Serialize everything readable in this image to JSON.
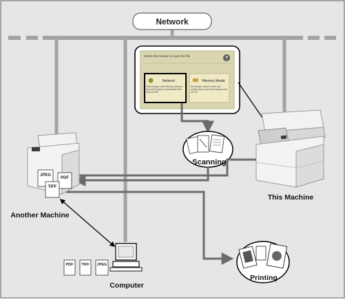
{
  "network_label": "Network",
  "panel": {
    "header_text": "Select the location to save the file",
    "help_glyph": "?",
    "network_button": {
      "label": "Network",
      "description": "Take storage on the Network (Shared document Space) to send/share files such as PDF"
    },
    "memory_button": {
      "label": "Memory Media",
      "description": "Removable media to store and transfer files to personal formats such as PDF"
    }
  },
  "labels": {
    "scanning": "Scanning",
    "printing": "Printing",
    "this_machine": "This Machine",
    "another_machine": "Another Machine",
    "computer": "Computer"
  },
  "file_badges": {
    "another_machine": [
      "JPEG",
      "PDF",
      "TIFF"
    ],
    "computer": [
      "PDF",
      "TIFF",
      "JPEG"
    ]
  },
  "colors": {
    "frame_bg": "#e6e6e6",
    "network_line": "#a3a3a3",
    "arrow": "#6b6b6b",
    "panel_bg": "#d9d6b0",
    "panel_button": "#efe9c6",
    "highlight": "#000000"
  }
}
